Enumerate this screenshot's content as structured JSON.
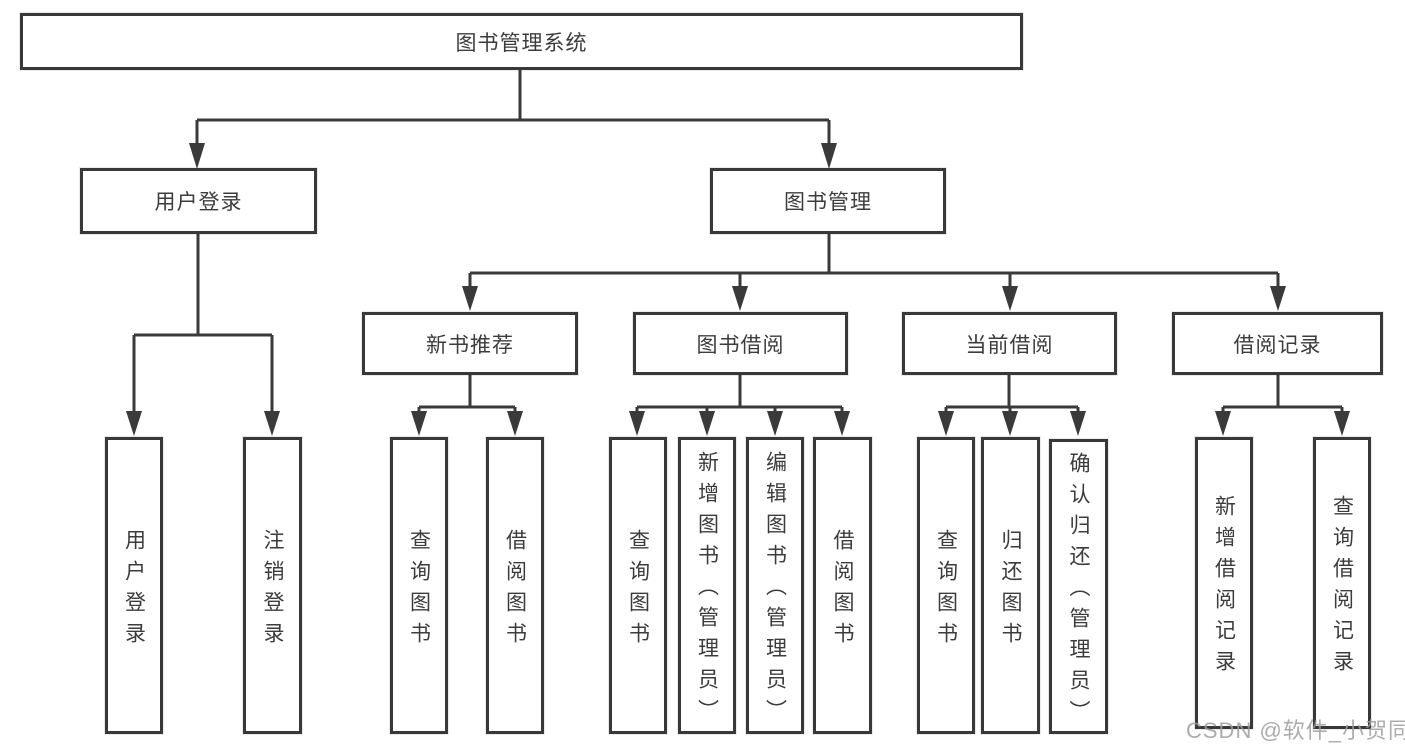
{
  "nodes": {
    "root": "图书管理系统",
    "user_login": "用户登录",
    "user_login_children": [
      "用户登录",
      "注销登录"
    ],
    "book_management": "图书管理",
    "groups": [
      {
        "label": "新书推荐",
        "children": [
          "查询图书",
          "借阅图书"
        ]
      },
      {
        "label": "图书借阅",
        "children": [
          "查询图书",
          "新增图书（管理员）",
          "编辑图书（管理员）",
          "借阅图书"
        ]
      },
      {
        "label": "当前借阅",
        "children": [
          "查询图书",
          "归还图书",
          "确认归还（管理员）"
        ]
      },
      {
        "label": "借阅记录",
        "children": [
          "新增借阅记录",
          "查询借阅记录"
        ]
      }
    ]
  },
  "watermark": "CSDN @软件_小贺同学",
  "colors": {
    "line": "#3a3a3a",
    "box_border": "#383838",
    "box_fill": "#ffffff",
    "text": "#3c3c3c",
    "watermark": "#9e9e9e"
  }
}
